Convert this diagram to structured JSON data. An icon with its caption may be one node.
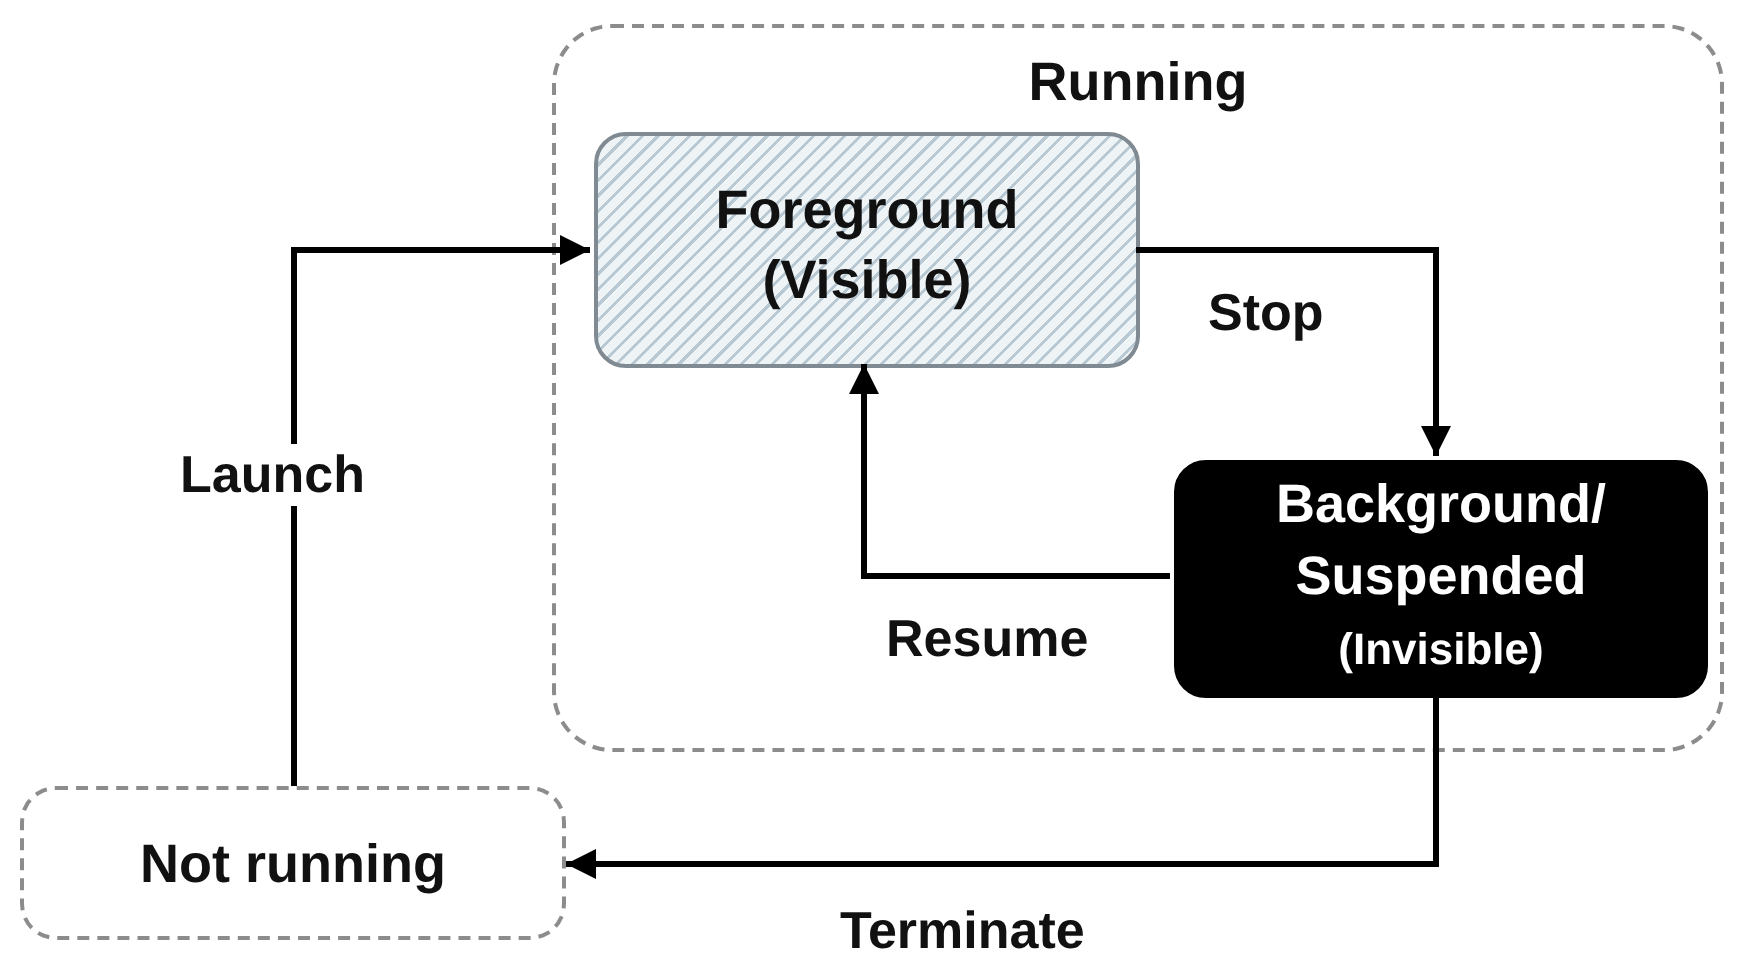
{
  "diagram": {
    "nodes": [
      {
        "text": [
          "Running"
        ]
      },
      {
        "text": [
          "Foreground (Visible)"
        ],
        "in": 0
      },
      {
        "text": [
          "Background/ Suspended",
          "(Invisible)"
        ],
        "in": 0
      },
      {
        "text": [
          "Not running"
        ]
      }
    ],
    "edges": [
      {
        "from": 3,
        "to": 1,
        "arrow": "to",
        "label": "Launch"
      },
      {
        "from": 1,
        "to": 2,
        "arrow": "to",
        "label": "Stop"
      },
      {
        "from": 2,
        "to": 1,
        "arrow": "to",
        "label": "Resume"
      },
      {
        "from": 2,
        "to": 3,
        "arrow": "to",
        "label": "Terminate"
      }
    ]
  }
}
